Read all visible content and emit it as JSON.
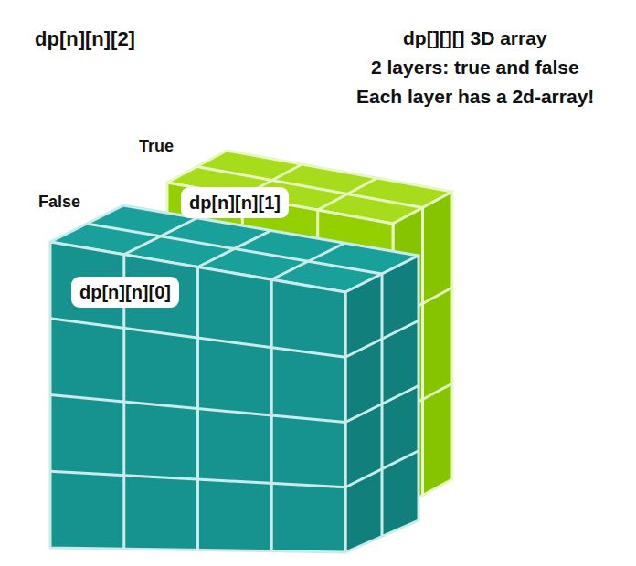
{
  "diagram": {
    "title": "dp[n][n][2]",
    "nodes": [
      {
        "text": [
          "dp[n][n][1]"
        ]
      },
      {
        "text": [
          "dp[n][n][0]"
        ]
      }
    ],
    "labels": [
      "dp[][][] 3D array",
      "2 layers: true and false",
      "Each layer has a 2d-array!",
      "True",
      "False"
    ]
  }
}
